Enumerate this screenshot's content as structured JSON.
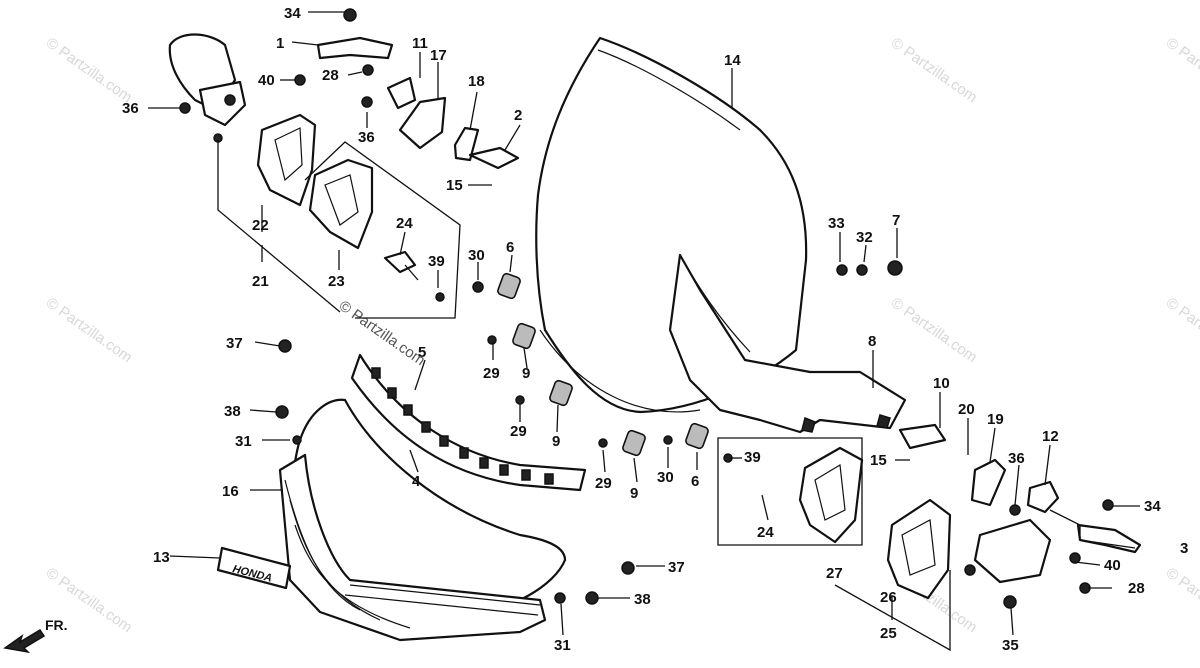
{
  "watermark": "© Partzilla.com",
  "front_marker": "FR.",
  "emblem_text": "HONDA",
  "callouts": [
    "34",
    "1",
    "11",
    "17",
    "40",
    "28",
    "36",
    "36",
    "18",
    "2",
    "14",
    "15",
    "22",
    "21",
    "23",
    "24",
    "39",
    "30",
    "6",
    "33",
    "32",
    "7",
    "8",
    "37",
    "5",
    "29",
    "9",
    "29",
    "9",
    "38",
    "31",
    "4",
    "16",
    "29",
    "9",
    "30",
    "6",
    "39",
    "10",
    "20",
    "19",
    "36",
    "12",
    "15",
    "24",
    "34",
    "3",
    "27",
    "40",
    "28",
    "13",
    "37",
    "38",
    "26",
    "25",
    "31",
    "35"
  ]
}
